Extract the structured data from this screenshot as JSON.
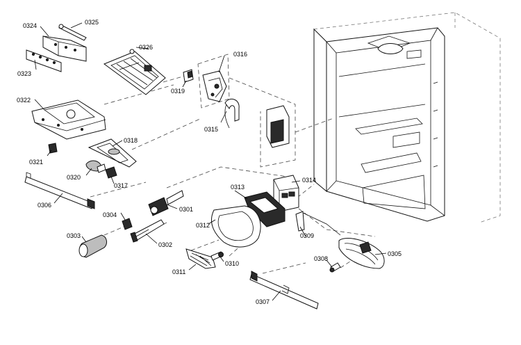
{
  "diagram": {
    "part_labels": [
      {
        "id": "0325",
        "text": "0325"
      },
      {
        "id": "0324",
        "text": "0324"
      },
      {
        "id": "0326",
        "text": "0326"
      },
      {
        "id": "0316",
        "text": "0316"
      },
      {
        "id": "0323",
        "text": "0323"
      },
      {
        "id": "0319",
        "text": "0319"
      },
      {
        "id": "0322",
        "text": "0322"
      },
      {
        "id": "0315",
        "text": "0315"
      },
      {
        "id": "0318",
        "text": "0318"
      },
      {
        "id": "0321",
        "text": "0321"
      },
      {
        "id": "0320",
        "text": "0320"
      },
      {
        "id": "0317",
        "text": "0317"
      },
      {
        "id": "0314",
        "text": "0314"
      },
      {
        "id": "0313",
        "text": "0313"
      },
      {
        "id": "0306",
        "text": "0306"
      },
      {
        "id": "0304",
        "text": "0304"
      },
      {
        "id": "0301",
        "text": "0301"
      },
      {
        "id": "0312",
        "text": "0312"
      },
      {
        "id": "0309",
        "text": "0309"
      },
      {
        "id": "0303",
        "text": "0303"
      },
      {
        "id": "0302",
        "text": "0302"
      },
      {
        "id": "0305",
        "text": "0305"
      },
      {
        "id": "0308",
        "text": "0308"
      },
      {
        "id": "0310",
        "text": "0310"
      },
      {
        "id": "0311",
        "text": "0311"
      },
      {
        "id": "0307",
        "text": "0307"
      }
    ]
  }
}
